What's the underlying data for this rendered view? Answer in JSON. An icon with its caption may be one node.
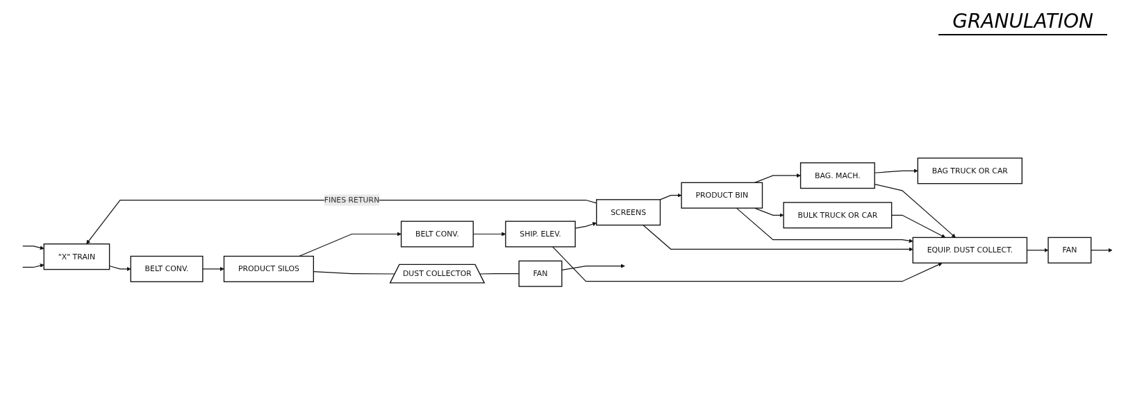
{
  "diagram": {
    "title": "GRANULATION",
    "nodes": [
      {
        "text": [
          "\"X\" TRAIN"
        ]
      },
      {
        "text": [
          "BELT CONV."
        ]
      },
      {
        "text": [
          "PRODUCT SILOS"
        ]
      },
      {
        "text": [
          "DUST COLLECTOR"
        ]
      },
      {
        "text": [
          "FAN"
        ]
      },
      {
        "text": [
          "BELT CONV."
        ]
      },
      {
        "text": [
          "SHIP. ELEV."
        ]
      },
      {
        "text": [
          "SCREENS"
        ]
      },
      {
        "text": [
          "PRODUCT BIN"
        ]
      },
      {
        "text": [
          "BULK TRUCK OR CAR"
        ]
      },
      {
        "text": [
          "BAG. MACH."
        ]
      },
      {
        "text": [
          "BAG TRUCK OR CAR"
        ]
      },
      {
        "text": [
          "EQUIP. DUST COLLECT."
        ]
      },
      {
        "text": [
          "FAN"
        ]
      }
    ],
    "edges": [
      {
        "from": null,
        "to": 0,
        "arrow": "to"
      },
      {
        "from": null,
        "to": 0,
        "arrow": "to"
      },
      {
        "from": 0,
        "to": 1,
        "arrow": "to"
      },
      {
        "from": 1,
        "to": 2,
        "arrow": "to"
      },
      {
        "from": 2,
        "to": 3,
        "arrow": "none"
      },
      {
        "from": 3,
        "to": 4,
        "arrow": "none"
      },
      {
        "from": 4,
        "to": null,
        "arrow": "to"
      },
      {
        "from": 2,
        "to": 5,
        "arrow": "to"
      },
      {
        "from": 5,
        "to": 6,
        "arrow": "to"
      },
      {
        "from": 6,
        "to": 7,
        "arrow": "to"
      },
      {
        "from": 7,
        "to": 8,
        "arrow": "to"
      },
      {
        "from": 8,
        "to": 9,
        "arrow": "to"
      },
      {
        "from": 8,
        "to": 10,
        "arrow": "to"
      },
      {
        "from": 10,
        "to": 11,
        "arrow": "to"
      },
      {
        "from": 6,
        "to": 12,
        "arrow": "to"
      },
      {
        "from": 7,
        "to": 12,
        "arrow": "to"
      },
      {
        "from": 8,
        "to": 12,
        "arrow": "to"
      },
      {
        "from": 9,
        "to": 12,
        "arrow": "to"
      },
      {
        "from": 10,
        "to": 12,
        "arrow": "to"
      },
      {
        "from": 12,
        "to": 13,
        "arrow": "to"
      },
      {
        "from": 13,
        "to": null,
        "arrow": "to"
      },
      {
        "from": 7,
        "to": 0,
        "arrow": "to",
        "label": "FINES RETURN"
      }
    ]
  }
}
